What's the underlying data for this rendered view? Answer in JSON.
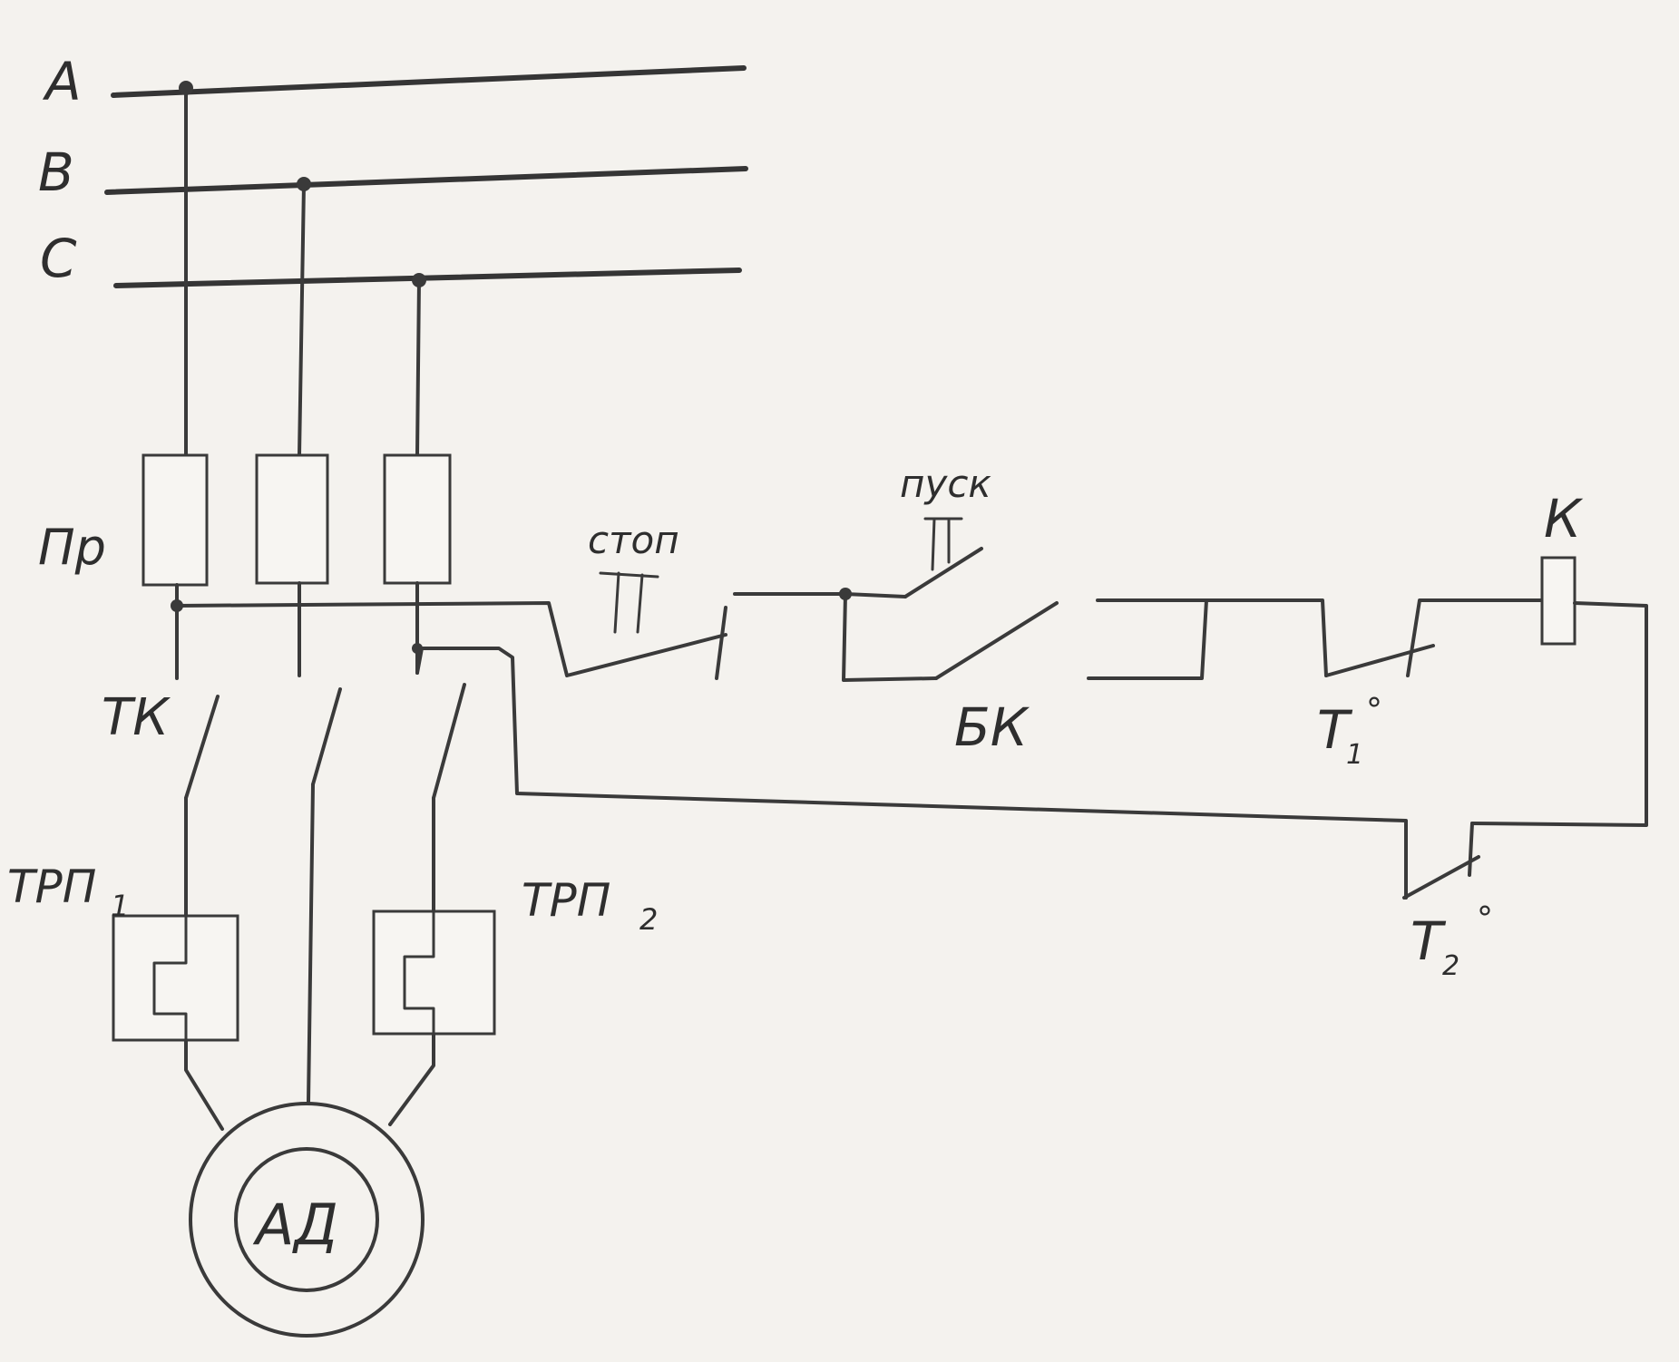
{
  "phases": [
    "A",
    "B",
    "C"
  ],
  "labels": {
    "fuses": "Пр",
    "stop": "стоп",
    "start": "пуск",
    "contactor_coil": "К",
    "main_contacts": "ТК",
    "aux_contact": "БК",
    "thermal_relay_1": "ТРП",
    "thermal_relay_1_index": "1",
    "thermal_relay_2": "ТРП",
    "thermal_relay_2_index": "2",
    "temp_switch_1": "T",
    "temp_switch_1_index": "1",
    "temp_switch_2": "T",
    "temp_switch_2_index": "2",
    "degree": "°",
    "motor": "АД"
  },
  "colors": {
    "ink": "#3a3a3a",
    "paper": "#f4f2ee"
  }
}
